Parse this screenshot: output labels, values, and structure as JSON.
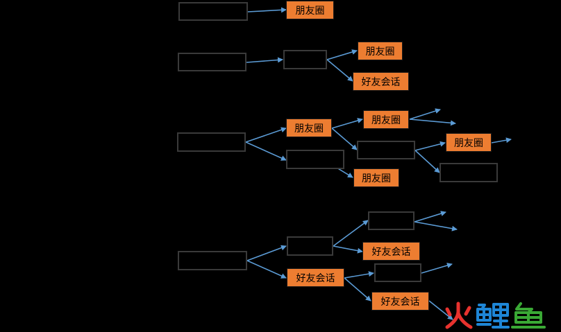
{
  "labels": {
    "pengyouquan": "朋友圈",
    "haoyouhuihua": "好友会话"
  },
  "colors": {
    "orange_node": "#ed7d31",
    "empty_node_border": "#3a3a3a",
    "arrow": "#5b9bd5",
    "background": "#000000",
    "logo_red": "#e8322e",
    "logo_blue": "#1e86d6",
    "logo_green": "#3aa935"
  },
  "logo": {
    "text": "火鲤鱼",
    "icon": "huoliyu-logo"
  }
}
